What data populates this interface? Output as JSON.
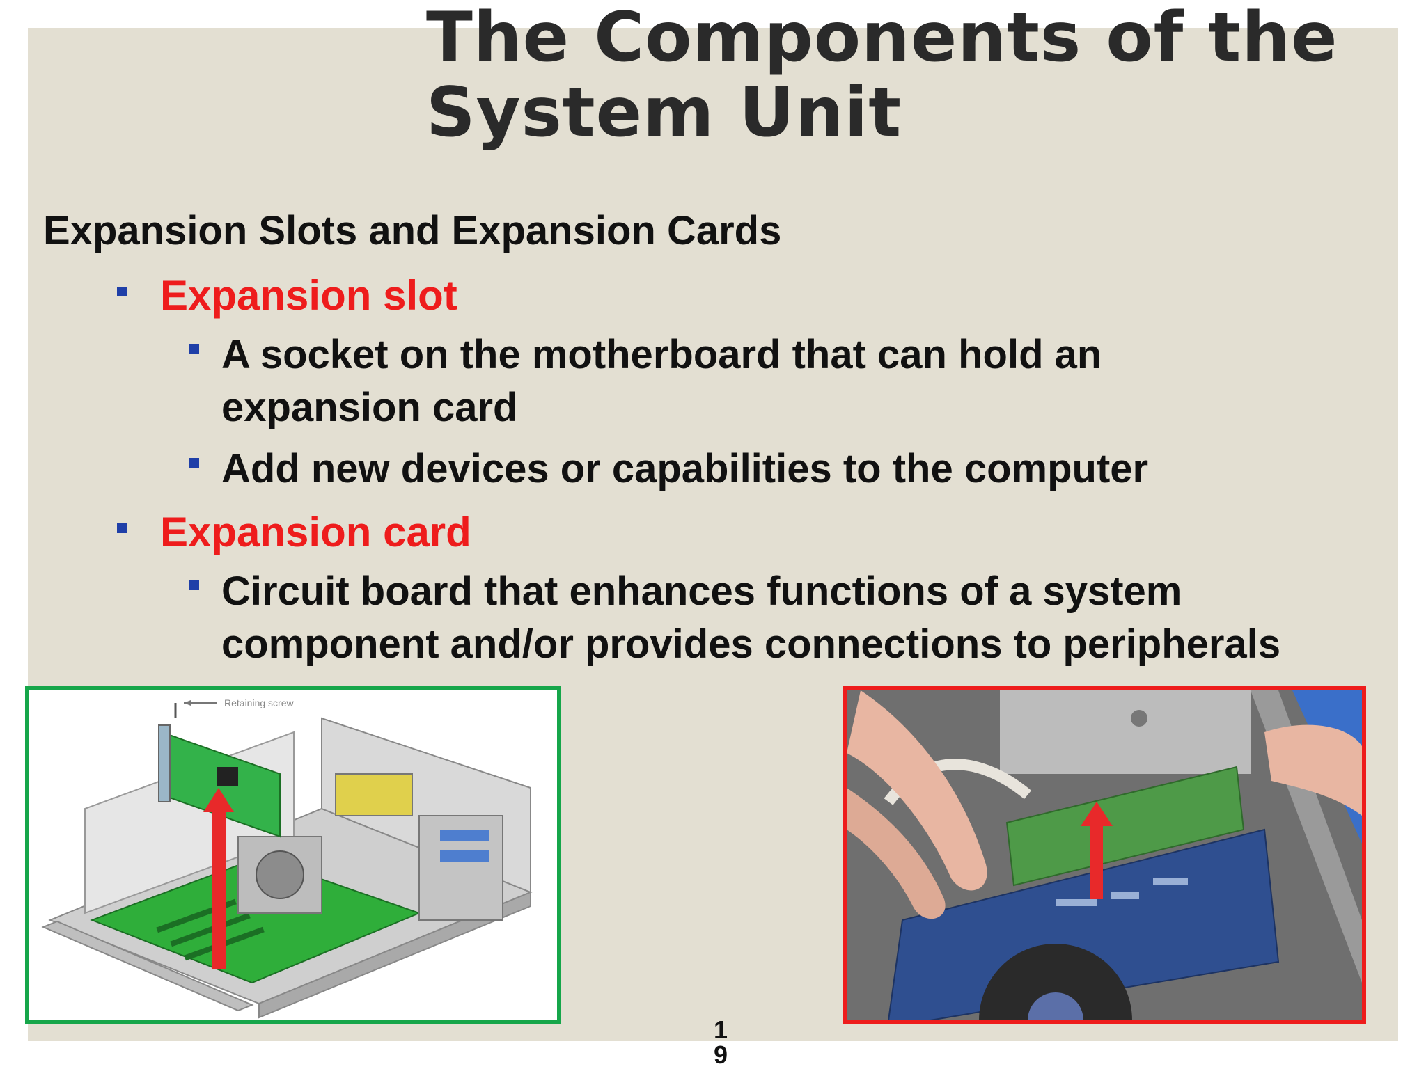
{
  "slide": {
    "title_line1": "The Components of the",
    "title_line2": "System Unit",
    "heading": "Expansion Slots and Expansion Cards",
    "bullets": [
      {
        "level": 1,
        "text": "Expansion slot"
      },
      {
        "level": 2,
        "line1": "A socket on the motherboard that can hold an",
        "line2": "expansion card"
      },
      {
        "level": 2,
        "line1": "Add new devices or capabilities to the computer"
      },
      {
        "level": 1,
        "text": "Expansion card"
      },
      {
        "level": 2,
        "line1": "Circuit board that enhances functions of a system",
        "line2": "component and/or provides connections to peripherals"
      }
    ],
    "page_number": "19"
  },
  "images": {
    "left": {
      "caption": "Retaining screw",
      "border_color": "#16a64a"
    },
    "right": {
      "border_color": "#ee1c1c"
    }
  },
  "colors": {
    "background": "#e3dfd2",
    "title": "#2a2a2a",
    "accent_red": "#ee1c1c",
    "bullet_blue": "#1f3fa8"
  }
}
